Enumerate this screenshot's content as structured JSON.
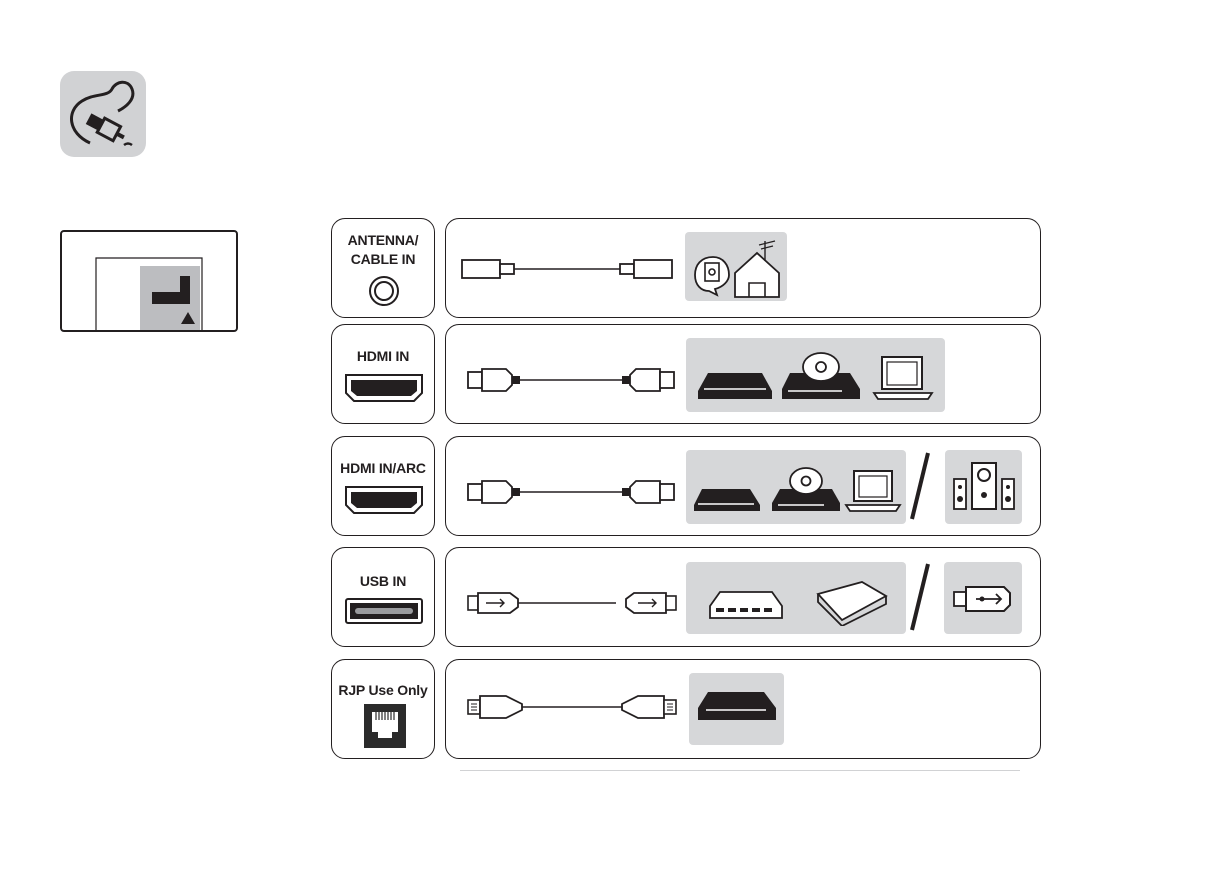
{
  "ports": [
    {
      "id": "antenna",
      "line1": "ANTENNA/",
      "line2": "CABLE IN"
    },
    {
      "id": "hdmi",
      "line1": "HDMI IN"
    },
    {
      "id": "hdmi-arc",
      "line1": "HDMI IN/ARC"
    },
    {
      "id": "usb",
      "line1": "USB IN"
    },
    {
      "id": "rjp",
      "line1": "RJP Use Only"
    }
  ],
  "colors": {
    "panel_gray": "#d6d7d9",
    "icon_tile": "#d1d2d4",
    "ink": "#231f20",
    "port_dark": "#2b2b2b"
  },
  "icons": {
    "header": "cable-plug-icon",
    "tv": "tv-rear-panel-icon"
  }
}
